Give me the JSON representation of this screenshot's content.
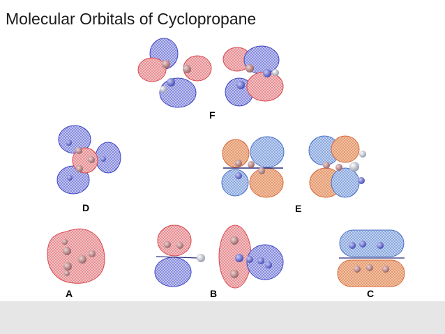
{
  "slide": {
    "title": "Molecular Orbitals of Cyclopropane",
    "labels": {
      "F": "F",
      "D": "D",
      "E": "E",
      "A": "A",
      "B": "B",
      "C": "C"
    },
    "colors": {
      "positive_lobe": "#d9474f",
      "negative_lobe": "#3f47c6",
      "atom_carbon": "#b98a8c",
      "atom_hydrogen": "#e8e8ee",
      "footer_band": "#e6e6e6"
    }
  }
}
